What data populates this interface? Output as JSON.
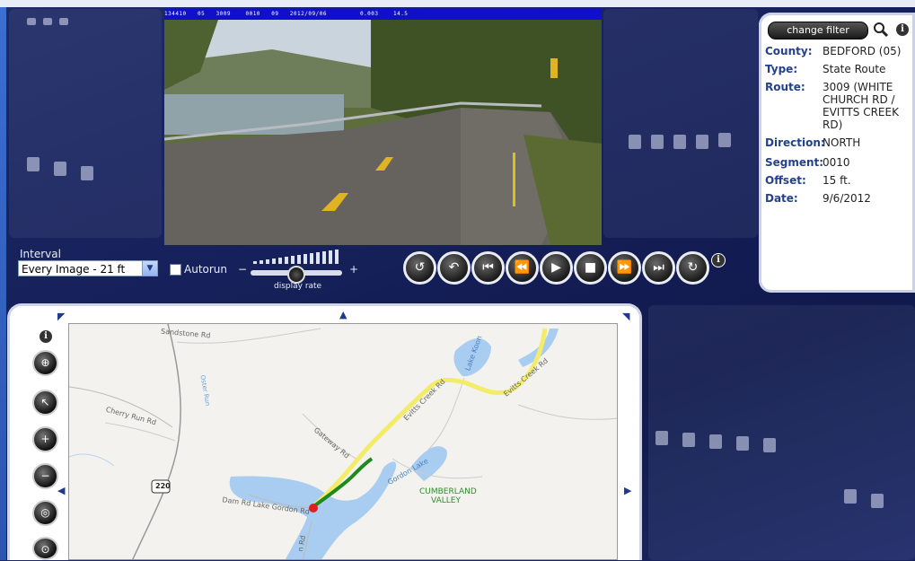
{
  "video": {
    "overlay_text": "134410   05   3009    0010   09   2012/09/06         0.003    14.5"
  },
  "info_panel": {
    "change_filter_label": "change filter",
    "fields": [
      {
        "label": "County:",
        "value": "BEDFORD (05)"
      },
      {
        "label": "Type:",
        "value": "State Route"
      },
      {
        "label": "Route:",
        "value": "3009 (WHITE CHURCH RD / EVITTS CREEK RD)"
      },
      {
        "label": "Direction:",
        "value": "NORTH"
      },
      {
        "label": "Segment:",
        "value": "0010"
      },
      {
        "label": "Offset:",
        "value": "15 ft."
      },
      {
        "label": "Date:",
        "value": "9/6/2012"
      }
    ]
  },
  "controls": {
    "interval_label": "Interval",
    "interval_value": "Every Image - 21 ft",
    "autorun_label": "Autorun",
    "autorun_checked": false,
    "rate_minus": "−",
    "rate_plus": "+",
    "rate_label": "display rate",
    "info_glyph": "i"
  },
  "playback_buttons": [
    {
      "name": "rotate-left-button",
      "glyph": "↺"
    },
    {
      "name": "back-button",
      "glyph": "↶"
    },
    {
      "name": "first-button",
      "glyph": "⏮"
    },
    {
      "name": "rewind-button",
      "glyph": "⏪"
    },
    {
      "name": "play-button",
      "glyph": "▶"
    },
    {
      "name": "stop-button",
      "glyph": "■"
    },
    {
      "name": "fast-forward-button",
      "glyph": "⏩"
    },
    {
      "name": "last-button",
      "glyph": "⏭"
    },
    {
      "name": "rotate-right-button",
      "glyph": "↻"
    }
  ],
  "map_tools": [
    {
      "name": "map-info-icon",
      "glyph": "i"
    },
    {
      "name": "pan-tool",
      "glyph": "⊕"
    },
    {
      "name": "select-tool",
      "glyph": "↖"
    },
    {
      "name": "zoom-in-tool",
      "glyph": "+"
    },
    {
      "name": "zoom-out-tool",
      "glyph": "−"
    },
    {
      "name": "locate-tool",
      "glyph": "◎"
    },
    {
      "name": "extra-tool",
      "glyph": "⊙"
    }
  ],
  "map_labels": {
    "sandstone": "Sandstone Rd",
    "cherry_run": "Cherry Run Rd",
    "evitts_creek_1": "Evitts Creek Rd",
    "evitts_creek_2": "Evitts Creek Rd",
    "gateway": "Gateway Rd",
    "gordon_lake": "Gordon Lake",
    "lake_koon": "Lake Koon",
    "cumberland_1": "CUMBERLAND",
    "cumberland_2": "VALLEY",
    "dam_rd": "Dam Rd Lake Gordon Rd",
    "route_220": "220",
    "bottom_rd": "n Rd",
    "creek": "Oster Run"
  },
  "colors": {
    "accent": "#23418c",
    "route_yellow": "#f2ec6a",
    "route_green": "#1e8a1e",
    "water": "#a9cdf0",
    "marker": "#e02020"
  }
}
